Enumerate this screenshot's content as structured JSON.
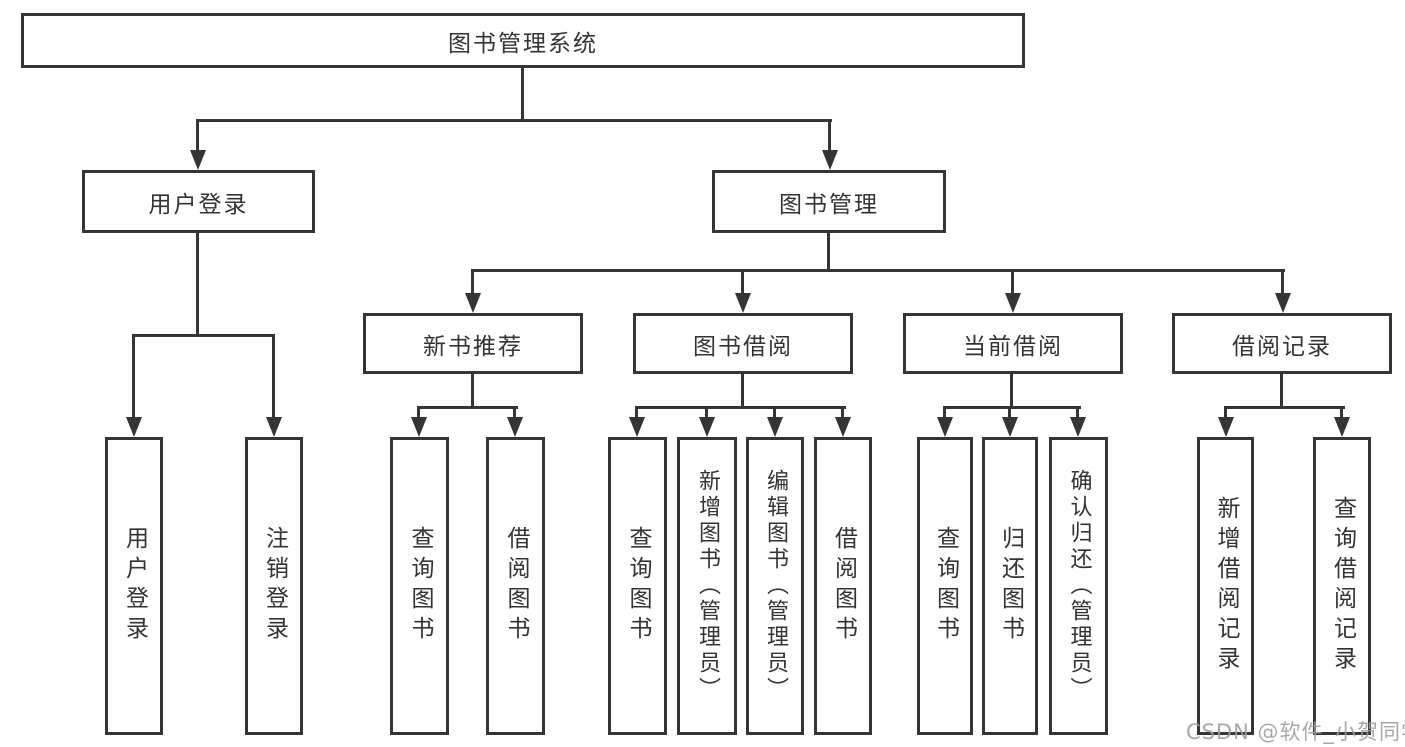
{
  "nodes": {
    "root": "图书管理系统",
    "user_login_branch": "用户登录",
    "book_mgmt_branch": "图书管理",
    "new_book": "新书推荐",
    "book_borrow": "图书借阅",
    "current_borrow": "当前借阅",
    "borrow_record": "借阅记录",
    "leaf_user_login": "用户登录",
    "leaf_logout": "注销登录",
    "leaf_newbook_query": "查询图书",
    "leaf_newbook_borrow": "借阅图书",
    "leaf_borrow_query": "查询图书",
    "leaf_borrow_add": "新增图书（管理员）",
    "leaf_borrow_edit": "编辑图书（管理员）",
    "leaf_borrow_borrow": "借阅图书",
    "leaf_current_query": "查询图书",
    "leaf_current_return": "归还图书",
    "leaf_current_confirm": "确认归还（管理员）",
    "leaf_record_add": "新增借阅记录",
    "leaf_record_query": "查询借阅记录"
  },
  "watermark": "CSDN @软件_小贺同学",
  "colors": {
    "line": "#353535",
    "text": "#333333",
    "watermark": "#9f9f9f",
    "background": "#ffffff"
  }
}
